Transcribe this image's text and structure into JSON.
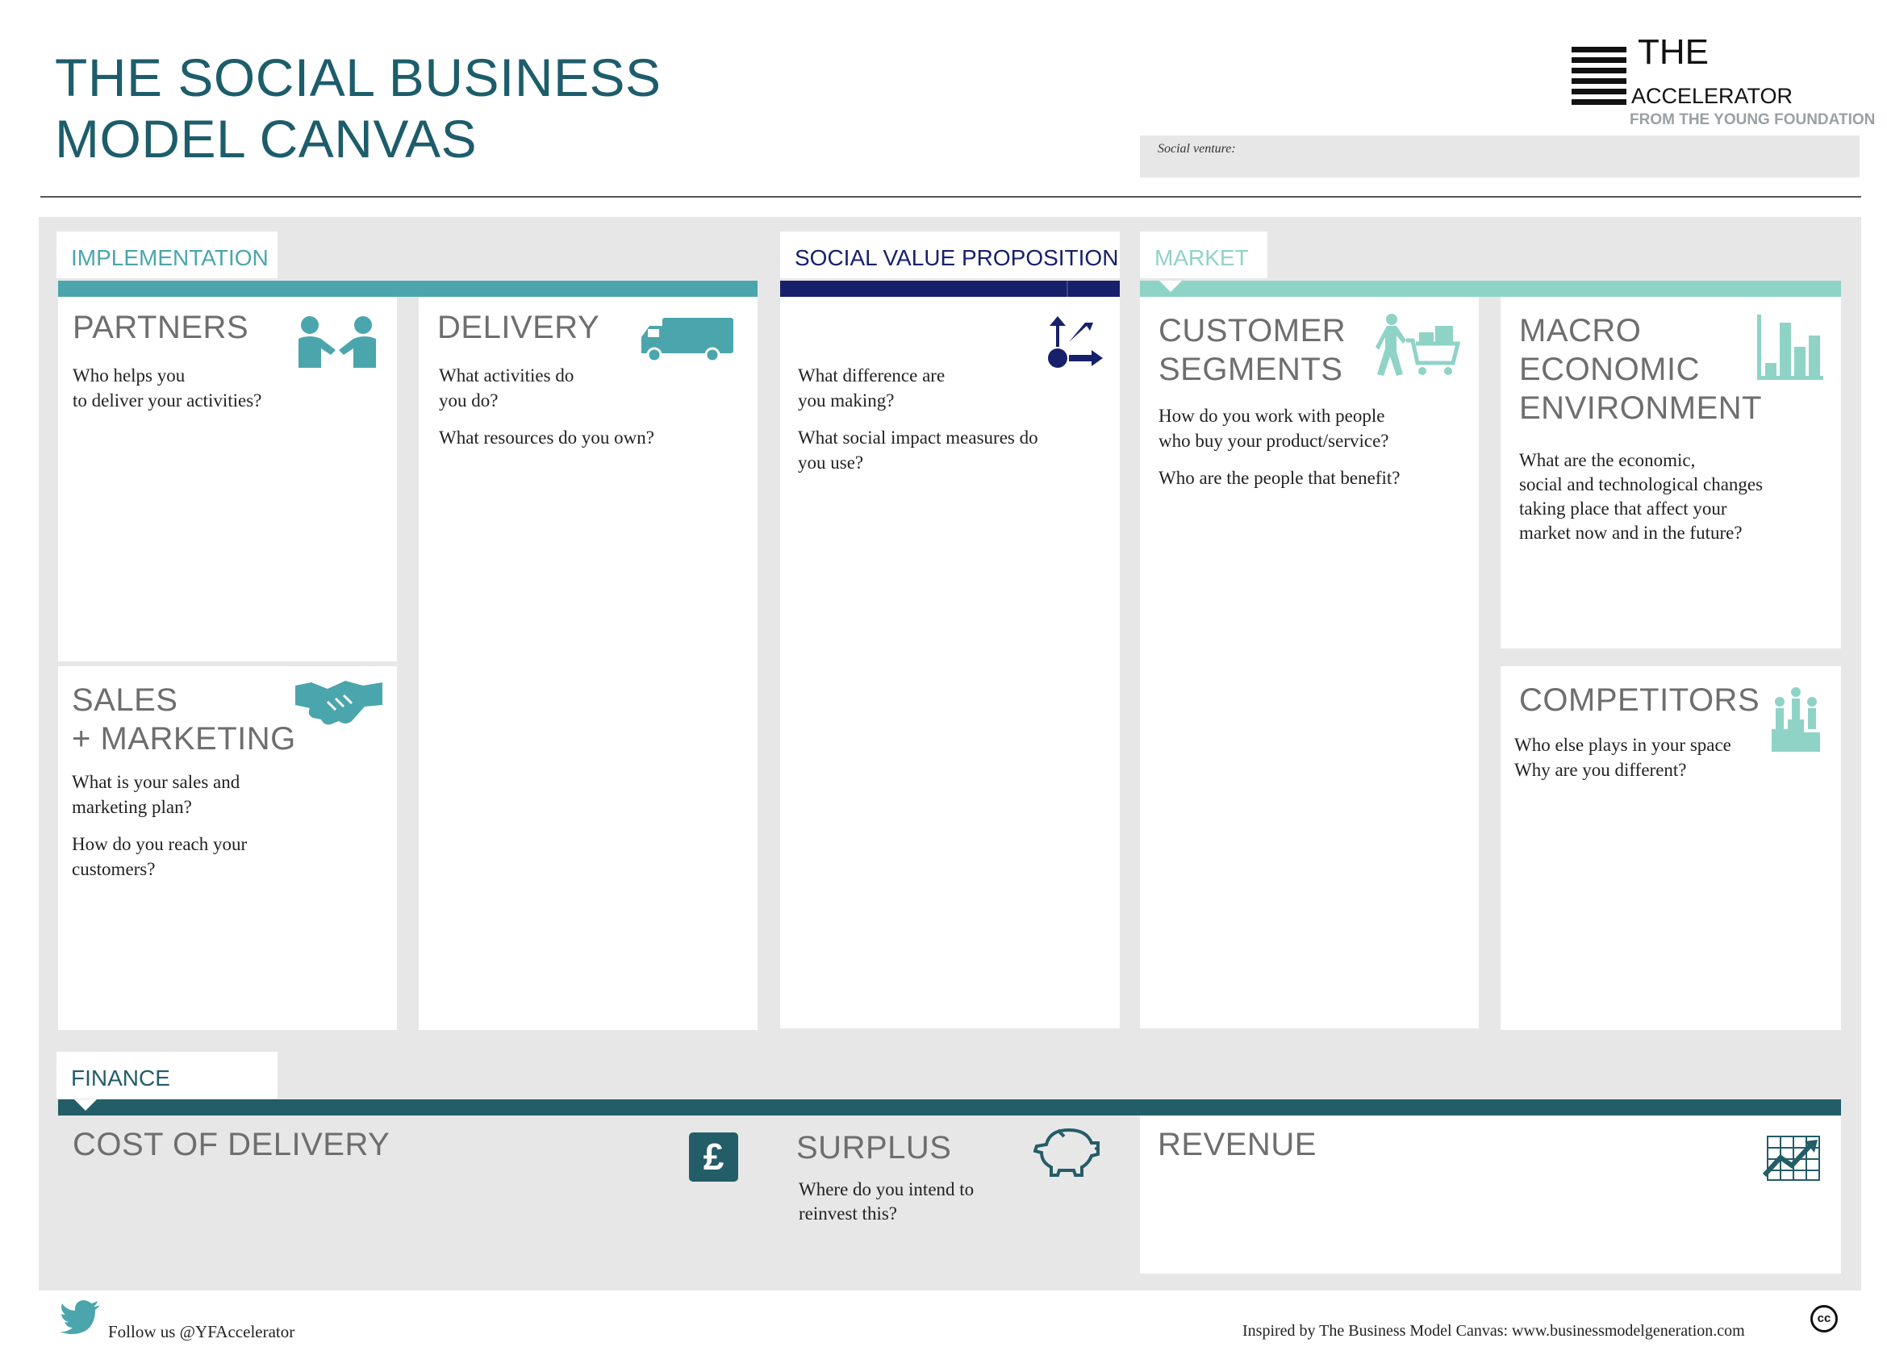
{
  "header": {
    "title_line1": "THE SOCIAL BUSINESS",
    "title_line2": "MODEL CANVAS",
    "logo_the": "THE",
    "logo_accelerator": "ACCELERATOR",
    "logo_from": "FROM THE YOUNG FOUNDATION",
    "venture_label": "Social venture:"
  },
  "colors": {
    "implementation": "#4aa6ac",
    "social_value": "#17216b",
    "market": "#8fd3c7",
    "finance": "#235d68",
    "title": "#1d5d6b"
  },
  "sections": {
    "implementation": "IMPLEMENTATION",
    "social_value": "SOCIAL VALUE PROPOSITION",
    "market": "MARKET",
    "finance": "FINANCE"
  },
  "boxes": {
    "partners": {
      "title": "PARTNERS",
      "text": [
        "Who helps you",
        "to deliver your activities?"
      ],
      "icon": "partners-icon"
    },
    "sales": {
      "title_line1": "SALES",
      "title_line2": "+ MARKETING",
      "q1_line1": "What is your sales and",
      "q1_line2": "marketing plan?",
      "q2_line1": "How do you reach your",
      "q2_line2": "customers?",
      "icon": "handshake-icon"
    },
    "delivery": {
      "title": "DELIVERY",
      "q1_line1": "What activities do",
      "q1_line2": "you do?",
      "q2": "What resources do you own?",
      "icon": "truck-icon"
    },
    "social_value": {
      "q1_line1": "What difference are",
      "q1_line2": "you making?",
      "q2_line1": "What social impact measures do",
      "q2_line2": "you use?",
      "icon": "impact-icon"
    },
    "customer_segments": {
      "title_line1": "CUSTOMER",
      "title_line2": "SEGMENTS",
      "q1_line1": "How do you work with people",
      "q1_line2": "who buy your product/service?",
      "q2": "Who are the people that benefit?",
      "icon": "shopping-cart-icon"
    },
    "macro": {
      "title_line1": "MACRO",
      "title_line2": "ECONOMIC",
      "title_line3": "ENVIRONMENT",
      "text_line1": "What are the economic,",
      "text_line2": "social and technological changes",
      "text_line3": "taking place that affect your",
      "text_line4": "market now and in the future?",
      "icon": "bar-chart-icon"
    },
    "competitors": {
      "title": "COMPETITORS",
      "q1": "Who else plays in your space",
      "q2": "Why are you different?",
      "icon": "podium-icon"
    },
    "cost": {
      "title": "COST OF DELIVERY",
      "icon": "pound-icon",
      "icon_glyph": "£"
    },
    "surplus": {
      "title": "SURPLUS",
      "text_line1": "Where do you intend to",
      "text_line2": "reinvest this?",
      "icon": "piggy-bank-icon"
    },
    "revenue": {
      "title": "REVENUE",
      "icon": "growth-chart-icon"
    }
  },
  "footer": {
    "follow": "Follow us @YFAccelerator",
    "inspired": "Inspired by The Business Model Canvas: www.businessmodelgeneration.com",
    "cc": "cc"
  }
}
